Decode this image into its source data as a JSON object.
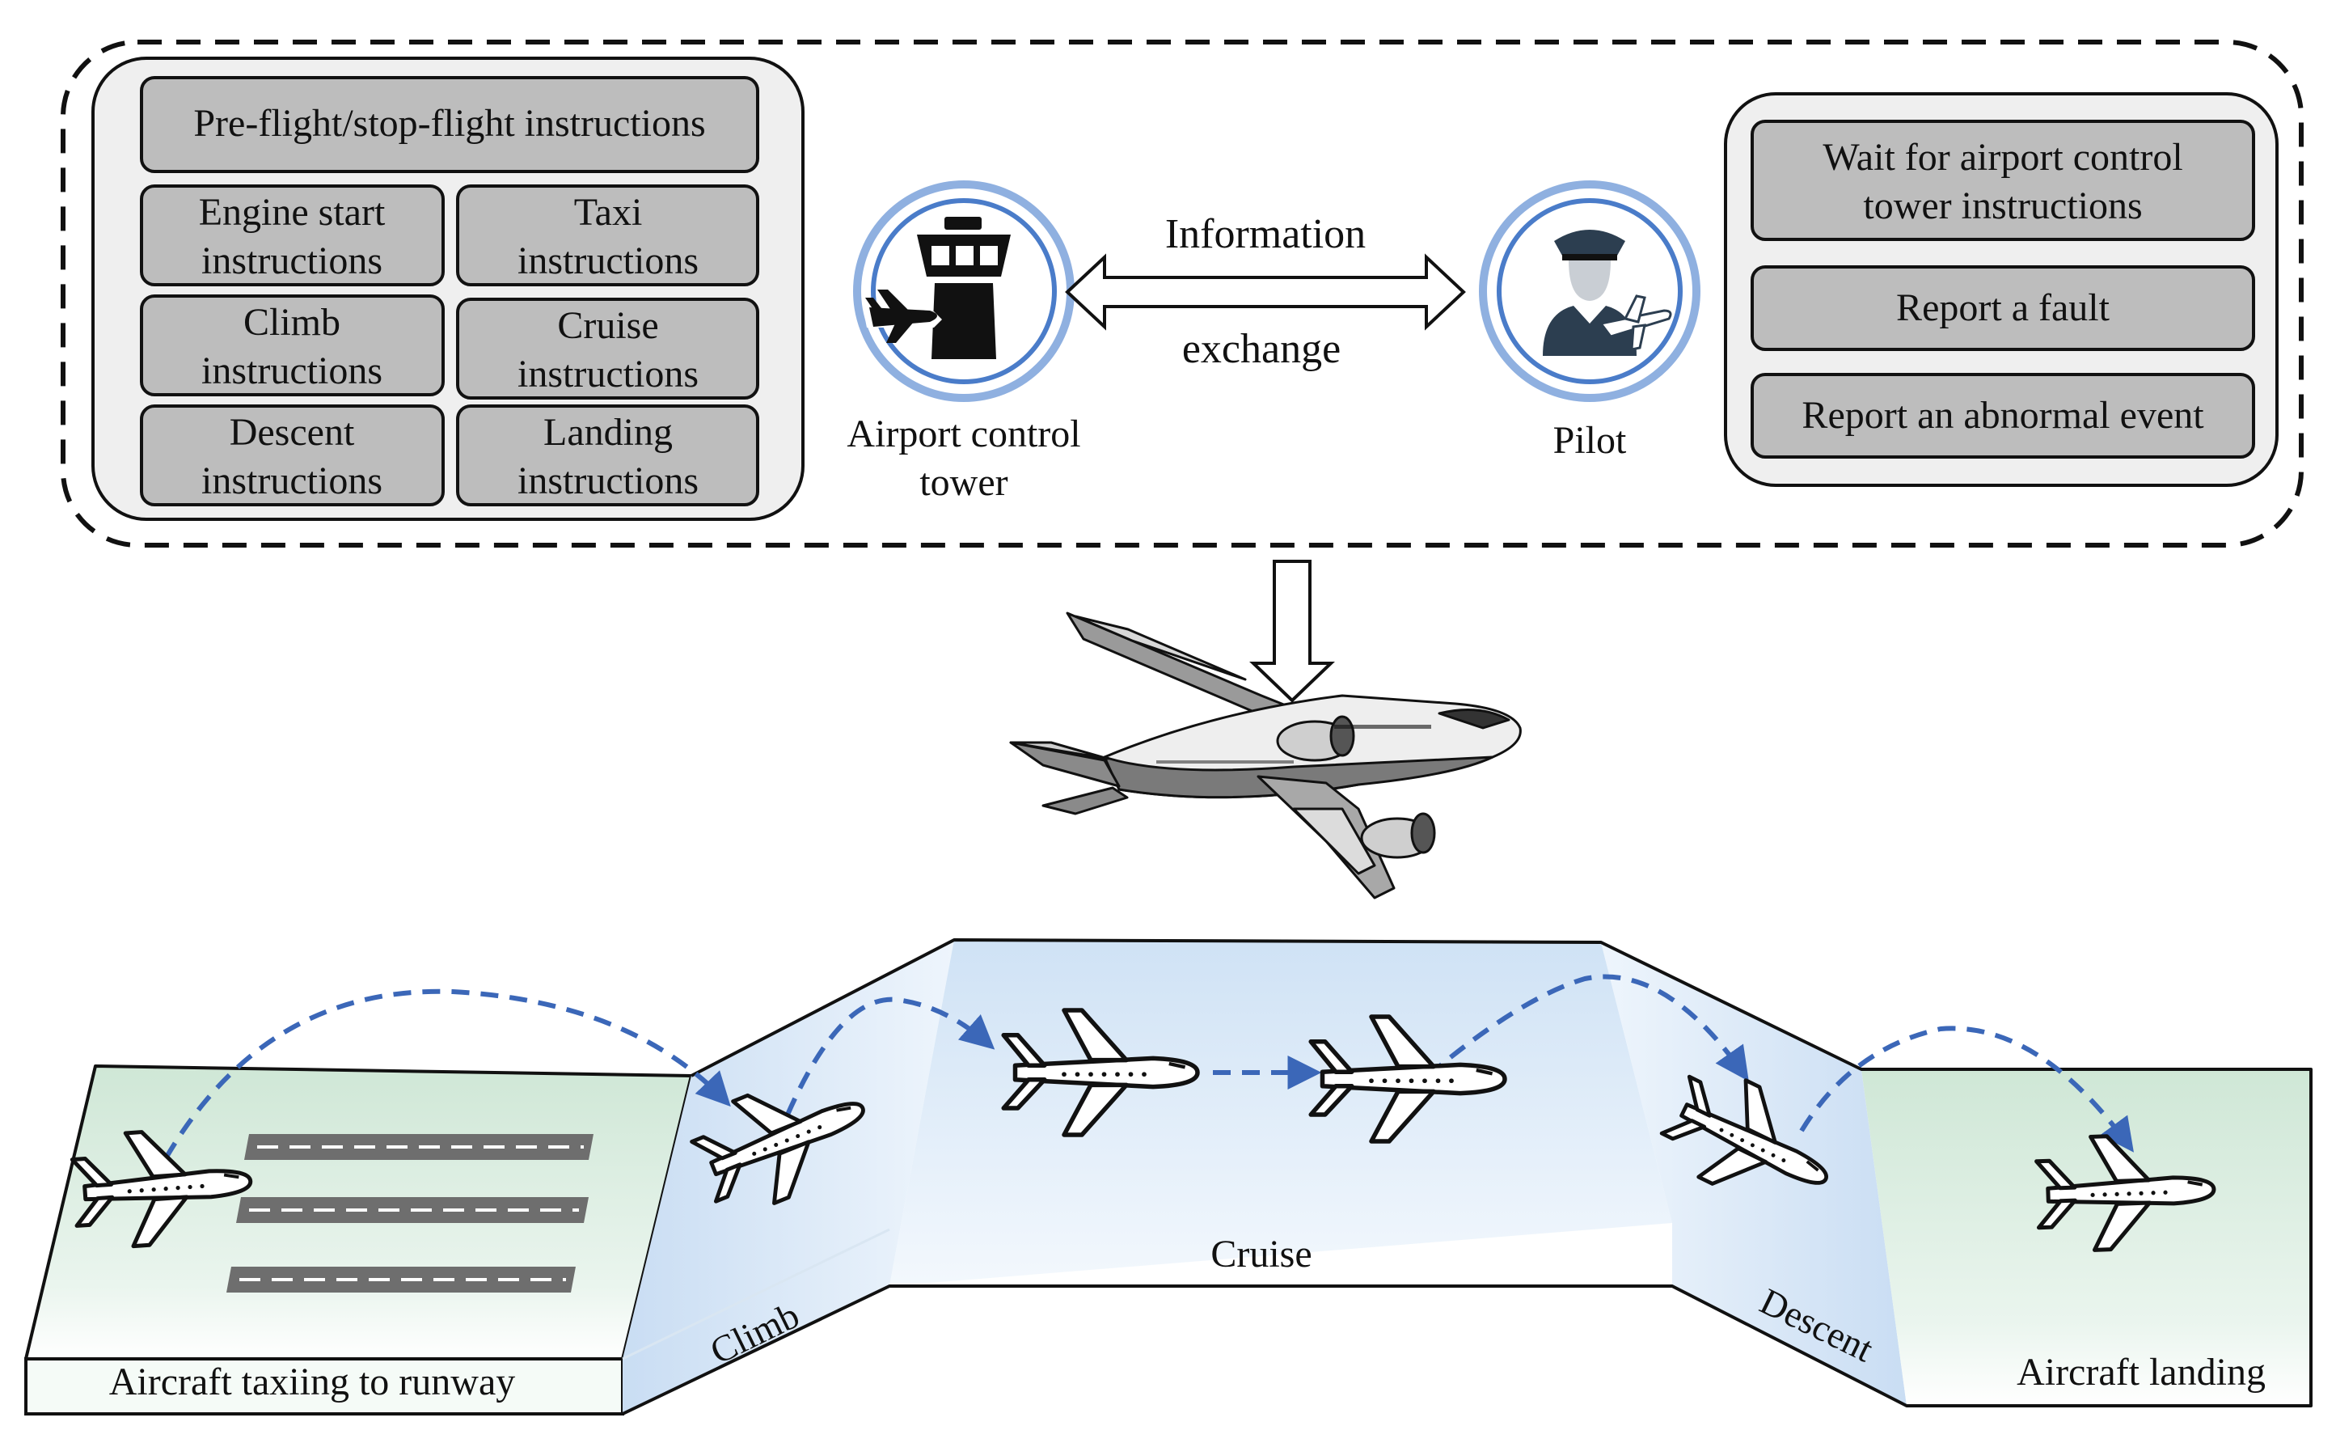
{
  "tower_panel": {
    "top_item": "Pre-flight/stop-flight instructions",
    "grid": [
      {
        "line1": "Engine start",
        "line2": "instructions"
      },
      {
        "line1": "Taxi",
        "line2": "instructions"
      },
      {
        "line1": "Climb",
        "line2": "instructions"
      },
      {
        "line1": "Cruise",
        "line2": "instructions"
      },
      {
        "line1": "Descent",
        "line2": "instructions"
      },
      {
        "line1": "Landing",
        "line2": "instructions"
      }
    ]
  },
  "pilot_panel": {
    "item1": {
      "line1": "Wait for airport control",
      "line2": "tower instructions"
    },
    "item2": "Report a fault",
    "item3": "Report an abnormal event"
  },
  "tower": {
    "label_line1": "Airport control",
    "label_line2": "tower",
    "icon": "control-tower-icon"
  },
  "pilot": {
    "label": "Pilot",
    "icon": "pilot-icon"
  },
  "exchange": {
    "top": "Information",
    "bottom": "exchange"
  },
  "phases": {
    "taxi": "Aircraft taxiing to runway",
    "climb": "Climb",
    "cruise": "Cruise",
    "descent": "Descent",
    "landing": "Aircraft landing"
  },
  "colors": {
    "box_fill": "#bdbdbd",
    "panel_fill": "#efefef",
    "ground_green": "#dff0e3",
    "sky_blue": "#d5e6f6",
    "path_blue": "#3b67b8",
    "runway": "#6e6e6e"
  }
}
